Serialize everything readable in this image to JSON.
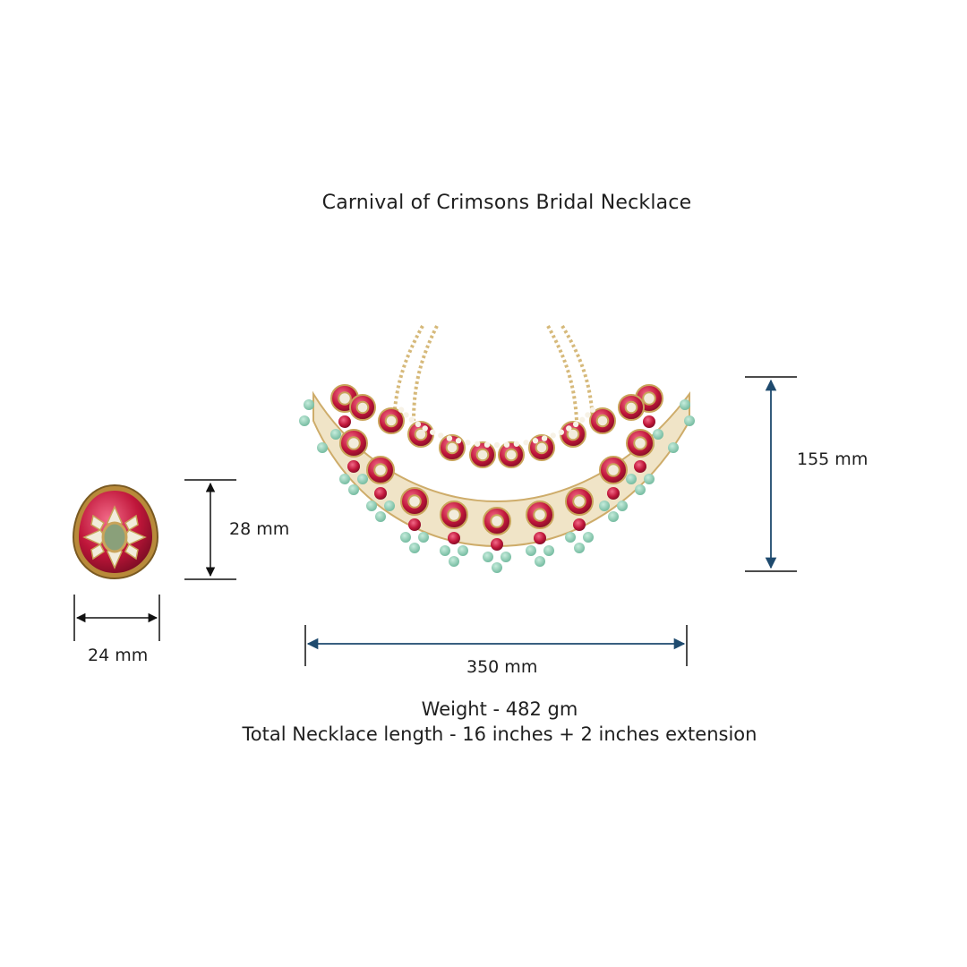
{
  "title": "Carnival of Crimsons Bridal Necklace",
  "dimensions": {
    "ring_height": "28 mm",
    "ring_width": "24 mm",
    "necklace_height": "155 mm",
    "necklace_width": "350 mm"
  },
  "details": {
    "weight": "Weight - 482 gm",
    "length": "Total Necklace length - 16 inches + 2 inches extension"
  },
  "colors": {
    "ruby": "#c0163a",
    "gold": "#c9a45a",
    "mint": "#8ccfb4",
    "kundan": "#f2ecdc",
    "dim_line_dark": "#111111",
    "dim_line_blue": "#1e4a6e"
  }
}
